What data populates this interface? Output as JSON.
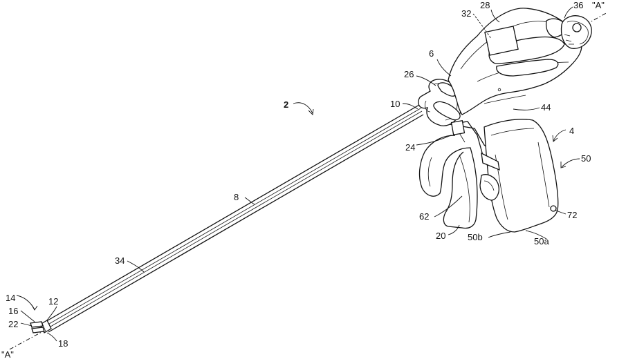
{
  "labels": [
    {
      "id": "2",
      "text": "2"
    },
    {
      "id": "4",
      "text": "4"
    },
    {
      "id": "6",
      "text": "6"
    },
    {
      "id": "8",
      "text": "8"
    },
    {
      "id": "10",
      "text": "10"
    },
    {
      "id": "12",
      "text": "12"
    },
    {
      "id": "14",
      "text": "14"
    },
    {
      "id": "16",
      "text": "16"
    },
    {
      "id": "18",
      "text": "18"
    },
    {
      "id": "20",
      "text": "20"
    },
    {
      "id": "22",
      "text": "22"
    },
    {
      "id": "24",
      "text": "24"
    },
    {
      "id": "26",
      "text": "26"
    },
    {
      "id": "28",
      "text": "28"
    },
    {
      "id": "32",
      "text": "32"
    },
    {
      "id": "34",
      "text": "34"
    },
    {
      "id": "36",
      "text": "36"
    },
    {
      "id": "44",
      "text": "44"
    },
    {
      "id": "50",
      "text": "50"
    },
    {
      "id": "50a",
      "text": "50a"
    },
    {
      "id": "50b",
      "text": "50b"
    },
    {
      "id": "62",
      "text": "62"
    },
    {
      "id": "72",
      "text": "72"
    }
  ],
  "axis_labels": {
    "top": "\"A\"",
    "bottom": "\"A\""
  }
}
